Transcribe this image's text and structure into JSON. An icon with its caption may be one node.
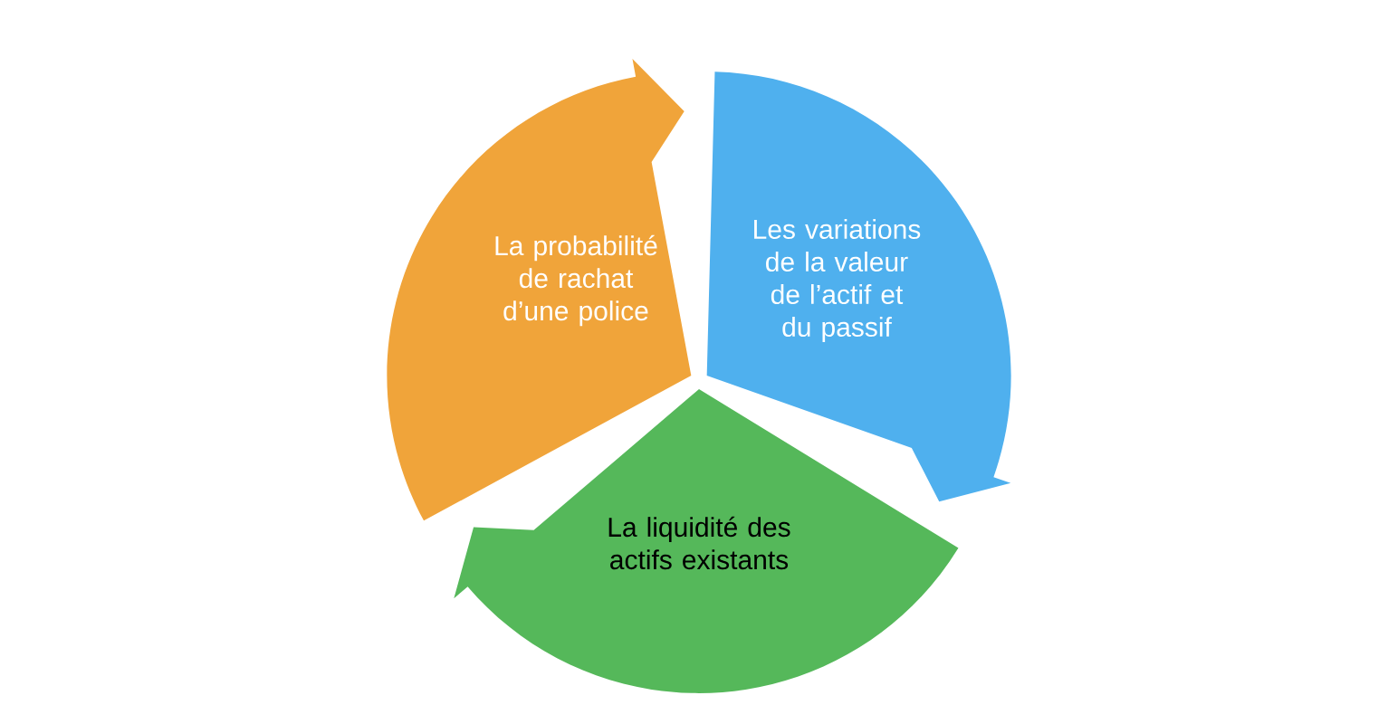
{
  "diagram": {
    "nodes": [
      {
        "text": [
          "La probabilité de rachat d’une police"
        ]
      },
      {
        "text": [
          "Les variations de la valeur de l’actif et du passif"
        ]
      },
      {
        "text": [
          "La liquidité des actifs existants"
        ]
      }
    ]
  }
}
